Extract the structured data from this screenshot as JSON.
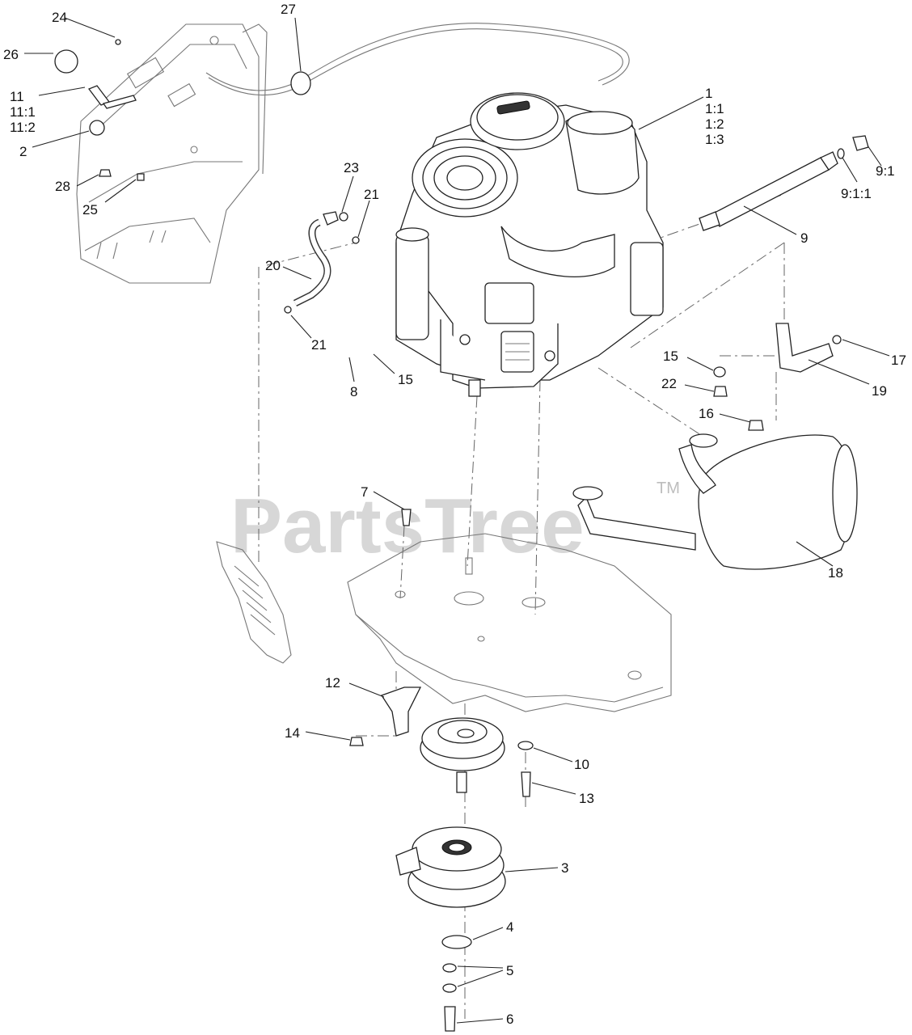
{
  "watermark": {
    "text": "PartsTree",
    "trademark": "TM"
  },
  "callouts": {
    "c1": "1",
    "c1_1": "1:1",
    "c1_2": "1:2",
    "c1_3": "1:3",
    "c2": "2",
    "c3": "3",
    "c4": "4",
    "c5": "5",
    "c6": "6",
    "c7": "7",
    "c8": "8",
    "c9": "9",
    "c9_1": "9:1",
    "c9_1_1": "9:1:1",
    "c10": "10",
    "c11": "11",
    "c11_1": "11:1",
    "c11_2": "11:2",
    "c12": "12",
    "c13": "13",
    "c14": "14",
    "c15a": "15",
    "c15b": "15",
    "c16": "16",
    "c17": "17",
    "c18": "18",
    "c19": "19",
    "c20": "20",
    "c21a": "21",
    "c21b": "21",
    "c22": "22",
    "c23": "23",
    "c24": "24",
    "c25": "25",
    "c26": "26",
    "c27": "27",
    "c28": "28"
  }
}
